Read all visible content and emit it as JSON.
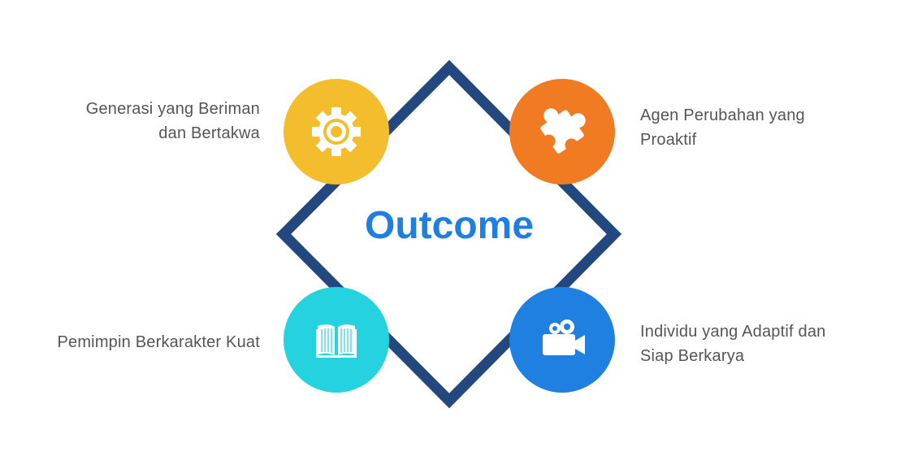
{
  "center": {
    "title": "Outcome"
  },
  "colors": {
    "diamond_stroke": "#22487f",
    "title": "#1e7fe0",
    "label_text": "#555555",
    "yellow": "#f4bd2e",
    "orange": "#f07b23",
    "cyan": "#24d2e0",
    "blue": "#1f80e1"
  },
  "nodes": [
    {
      "id": "top-left",
      "icon": "gear-icon",
      "color": "#f4bd2e",
      "label_lines": [
        "Generasi yang Beriman",
        "dan Bertakwa"
      ]
    },
    {
      "id": "top-right",
      "icon": "puzzle-piece-icon",
      "color": "#f07b23",
      "label_lines": [
        "Agen Perubahan yang",
        "Proaktif"
      ]
    },
    {
      "id": "bottom-left",
      "icon": "open-book-icon",
      "color": "#24d2e0",
      "label_lines": [
        "Pemimpin Berkarakter Kuat"
      ]
    },
    {
      "id": "bottom-right",
      "icon": "video-camera-icon",
      "color": "#1f80e1",
      "label_lines": [
        "Individu yang Adaptif dan",
        "Siap Berkarya"
      ]
    }
  ]
}
